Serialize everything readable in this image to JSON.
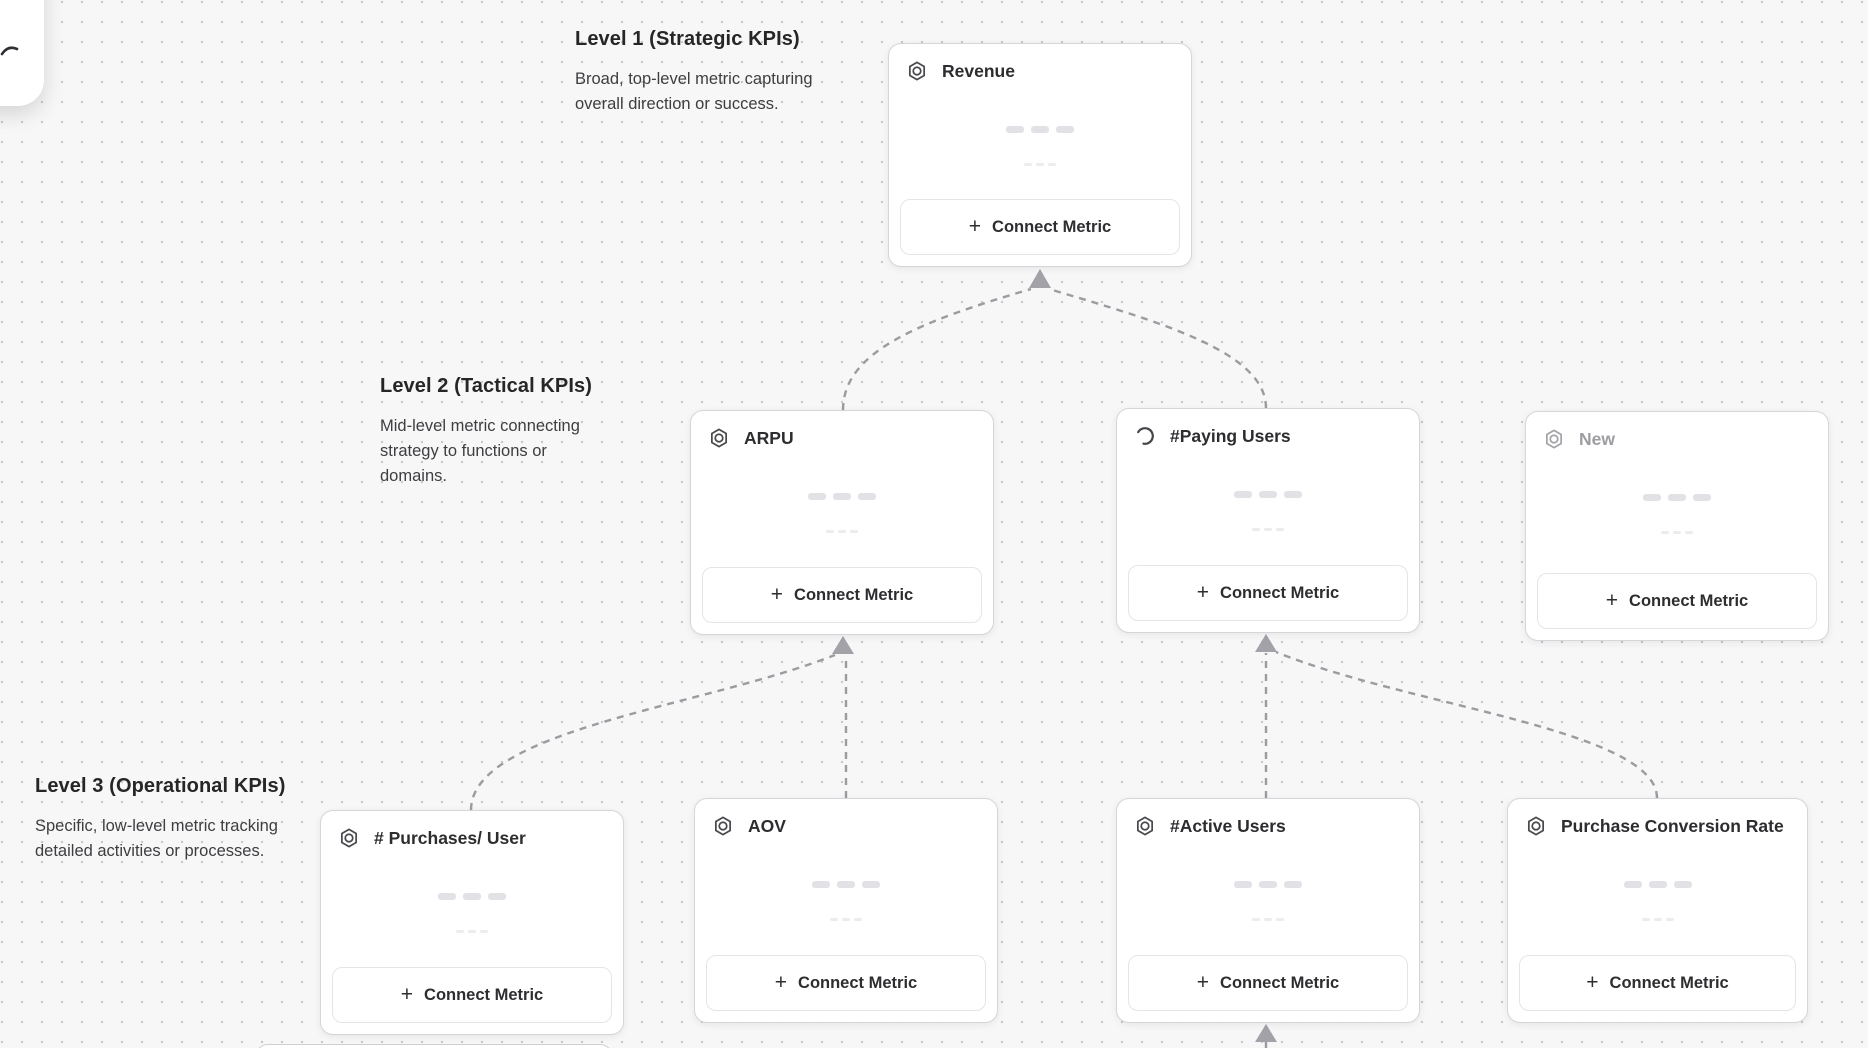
{
  "glyphs": {
    "plus": "+"
  },
  "canvas": {
    "levels": [
      {
        "title": "Level 1 (Strategic KPIs)",
        "description": "Broad, top-level metric capturing overall direction or success."
      },
      {
        "title": "Level 2 (Tactical KPIs)",
        "description": "Mid-level metric connecting strategy to functions or domains."
      },
      {
        "title": "Level 3 (Operational KPIs)",
        "description": "Specific, low-level metric tracking detailed activities or processes."
      }
    ],
    "cards": [
      {
        "title": "Revenue",
        "level": 1,
        "state": "default",
        "icon": "metric-node-icon",
        "button_label": "Connect Metric"
      },
      {
        "title": "ARPU",
        "level": 2,
        "state": "default",
        "icon": "metric-node-icon",
        "button_label": "Connect Metric"
      },
      {
        "title": "#Paying Users",
        "level": 2,
        "state": "loading",
        "icon": "loading-spinner-icon",
        "button_label": "Connect Metric"
      },
      {
        "title": "New",
        "level": 2,
        "state": "pending",
        "icon": "metric-node-icon",
        "button_label": "Connect Metric"
      },
      {
        "title": "# Purchases/ User",
        "level": 3,
        "state": "default",
        "icon": "metric-node-icon",
        "button_label": "Connect Metric"
      },
      {
        "title": "AOV",
        "level": 3,
        "state": "default",
        "icon": "metric-node-icon",
        "button_label": "Connect Metric"
      },
      {
        "title": "#Active Users",
        "level": 3,
        "state": "default",
        "icon": "metric-node-icon",
        "button_label": "Connect Metric"
      },
      {
        "title": "Purchase Conversion Rate",
        "level": 3,
        "state": "default",
        "icon": "metric-node-icon",
        "button_label": "Connect Metric"
      }
    ],
    "colors": {
      "background": "#f7f7f8",
      "grid_dot": "#c9c9cc",
      "card_border": "#d6d6da",
      "connector": "#9b9ba0",
      "title_text": "#2d2d30",
      "pending_text": "#9c9ca1"
    }
  }
}
